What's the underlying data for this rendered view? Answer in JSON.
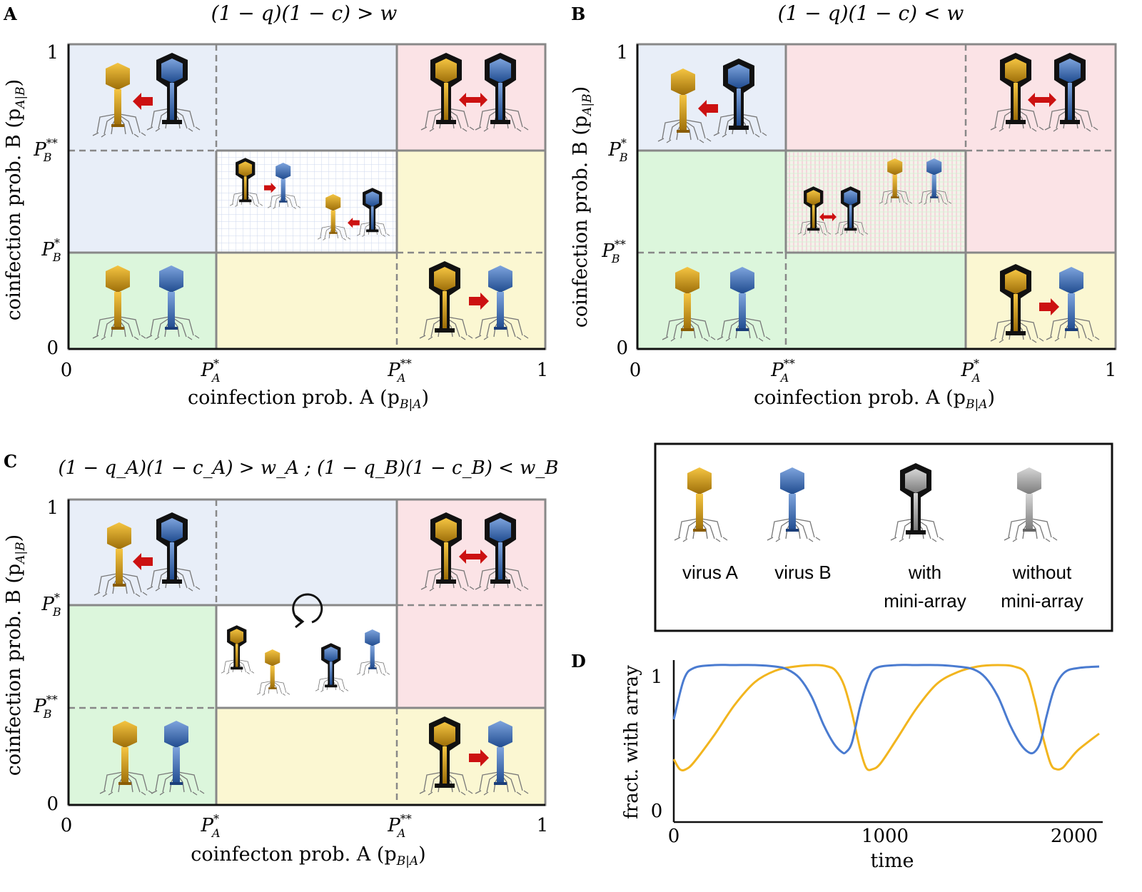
{
  "panels": {
    "A": {
      "letter": "A",
      "condition": "(1 − q)(1 − c) > w",
      "x_axis_label": "coinfection prob. A (p",
      "x_axis_sub": "B|A",
      "y_axis_label": "coinfection prob. B (p",
      "y_axis_sub": "A|B",
      "x_ticks": {
        "zero": "0",
        "t1": "P",
        "t1_sup": "*",
        "t1_sub": "A",
        "t2": "P",
        "t2_sup": "**",
        "t2_sub": "A",
        "one": "1"
      },
      "y_ticks": {
        "zero": "0",
        "t1": "P",
        "t1_sup": "*",
        "t1_sub": "B",
        "t2": "P",
        "t2_sup": "**",
        "t2_sub": "B",
        "one": "1"
      }
    },
    "B": {
      "letter": "B",
      "condition": "(1 − q)(1 − c) < w",
      "x_axis_label": "coinfection prob. A (p",
      "x_axis_sub": "B|A",
      "y_axis_label": "coinfection prob. B (p",
      "y_axis_sub": "A|B",
      "x_ticks": {
        "zero": "0",
        "t1": "P",
        "t1_sup": "**",
        "t1_sub": "A",
        "t2": "P",
        "t2_sup": "*",
        "t2_sub": "A",
        "one": "1"
      },
      "y_ticks": {
        "zero": "0",
        "t1": "P",
        "t1_sup": "**",
        "t1_sub": "B",
        "t2": "P",
        "t2_sup": "*",
        "t2_sub": "B",
        "one": "1"
      }
    },
    "C": {
      "letter": "C",
      "condition": "(1 − q_A)(1 − c_A) > w_A  ;  (1 − q_B)(1 − c_B) < w_B",
      "x_axis_label": "coinfecton prob. A (p",
      "x_axis_sub": "B|A",
      "y_axis_label": "coinfection prob. B (p",
      "y_axis_sub": "A|B",
      "x_ticks": {
        "zero": "0",
        "t1": "P",
        "t1_sup": "*",
        "t1_sub": "A",
        "t2": "P",
        "t2_sup": "**",
        "t2_sub": "A",
        "one": "1"
      },
      "y_ticks": {
        "zero": "0",
        "t1": "P",
        "t1_sup": "**",
        "t1_sub": "B",
        "t2": "P",
        "t2_sup": "*",
        "t2_sub": "B",
        "one": "1"
      }
    },
    "D": {
      "letter": "D",
      "ylabel": "fract. with array",
      "xlabel": "time",
      "x_ticks": [
        "0",
        "1000",
        "2000"
      ],
      "y_ticks": [
        "0",
        "1"
      ]
    }
  },
  "legend": {
    "virus_a": "virus A",
    "virus_b": "virus B",
    "with_line1": "with",
    "with_line2": "mini-array",
    "without_line1": "without",
    "without_line2": "mini-array"
  },
  "colors": {
    "virus_a": "#d9a21b",
    "virus_b": "#3f6fb5",
    "arrow": "#cc1111",
    "region_blue": "#e8eef8",
    "region_red": "#fbe3e6",
    "region_yellow": "#fbf7d2",
    "region_green": "#dcf6dc"
  },
  "chart_data": {
    "type": "line",
    "xlabel": "time",
    "ylabel": "fract. with array",
    "xlim": [
      0,
      2100
    ],
    "ylim": [
      0,
      1.05
    ],
    "series": [
      {
        "color": "#4a7bd0",
        "x": [
          0,
          50,
          100,
          200,
          300,
          400,
          500,
          560,
          620,
          680,
          740,
          790,
          830,
          850,
          880,
          920,
          960,
          1000,
          1100,
          1200,
          1300,
          1400,
          1480,
          1540,
          1600,
          1660,
          1710,
          1750,
          1780,
          1810,
          1840,
          1880,
          1930,
          2000,
          2100
        ],
        "y": [
          0.66,
          0.94,
          1.02,
          1.04,
          1.04,
          1.04,
          1.03,
          1.01,
          0.95,
          0.82,
          0.62,
          0.49,
          0.43,
          0.43,
          0.5,
          0.75,
          0.94,
          1.02,
          1.04,
          1.04,
          1.04,
          1.03,
          1.01,
          0.95,
          0.82,
          0.62,
          0.49,
          0.43,
          0.43,
          0.5,
          0.68,
          0.88,
          0.99,
          1.02,
          1.03
        ]
      },
      {
        "color": "#f2b51e",
        "x": [
          0,
          30,
          60,
          100,
          200,
          300,
          400,
          500,
          600,
          700,
          760,
          800,
          840,
          880,
          920,
          950,
          980,
          1020,
          1100,
          1200,
          1300,
          1400,
          1500,
          1600,
          1680,
          1740,
          1780,
          1820,
          1860,
          1890,
          1920,
          1950,
          2000,
          2100
        ],
        "y": [
          0.38,
          0.31,
          0.31,
          0.36,
          0.55,
          0.76,
          0.92,
          1.0,
          1.03,
          1.04,
          1.03,
          1.0,
          0.9,
          0.7,
          0.45,
          0.32,
          0.31,
          0.35,
          0.52,
          0.74,
          0.91,
          0.99,
          1.03,
          1.04,
          1.03,
          0.98,
          0.8,
          0.55,
          0.35,
          0.31,
          0.32,
          0.37,
          0.45,
          0.56
        ]
      }
    ]
  }
}
